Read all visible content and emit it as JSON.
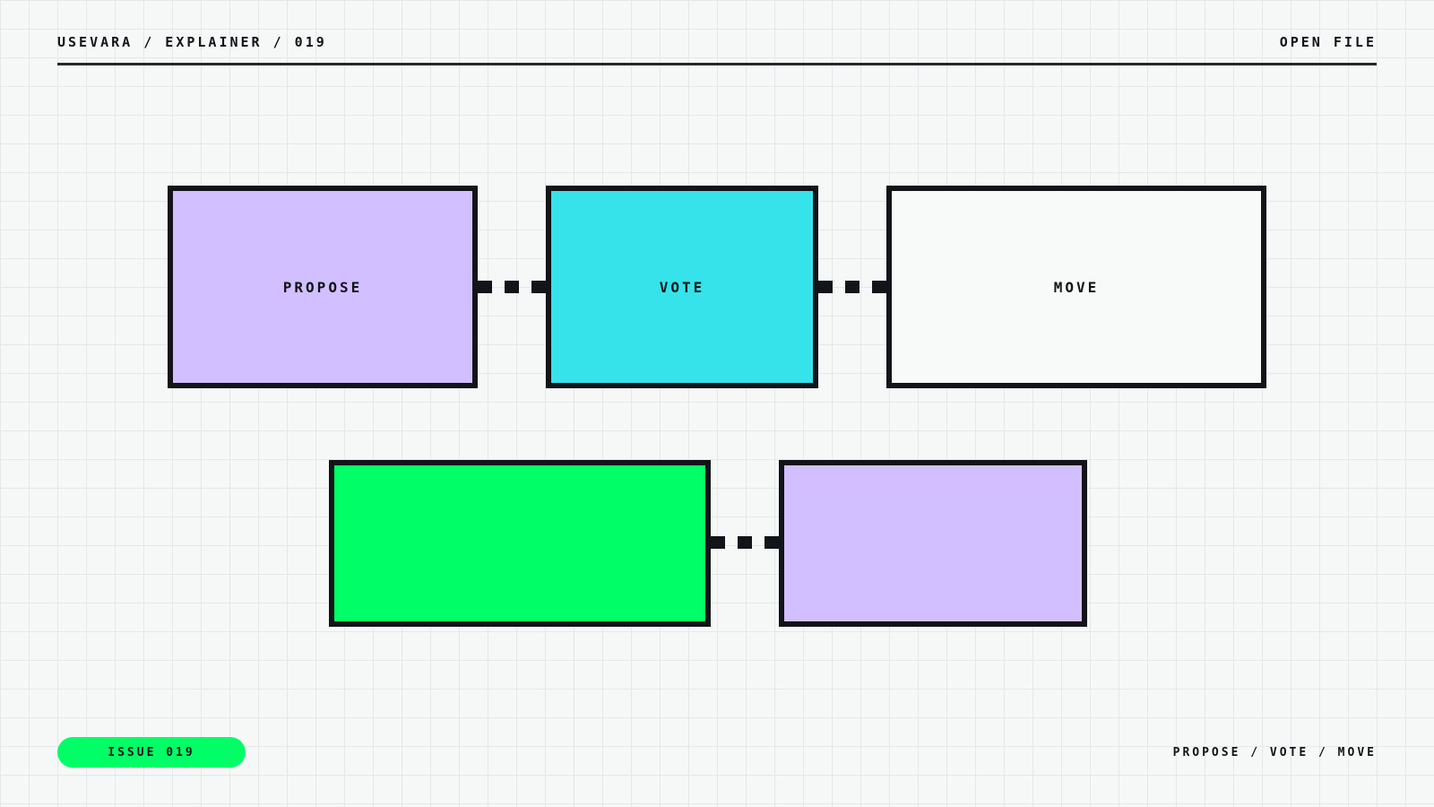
{
  "header": {
    "breadcrumb": "USEVARA / EXPLAINER / 019",
    "open_file": "OPEN FILE"
  },
  "diagram": {
    "nodes": [
      {
        "id": "propose",
        "label": "PROPOSE",
        "color": "#d2bfff"
      },
      {
        "id": "vote",
        "label": "VOTE",
        "color": "#36e3ea"
      },
      {
        "id": "move",
        "label": "MOVE",
        "color": "#f8f9f9"
      },
      {
        "id": "green-block",
        "label": "",
        "color": "#00ff66"
      },
      {
        "id": "lavender-block",
        "label": "",
        "color": "#d2bfff"
      }
    ],
    "edges": [
      {
        "from": "propose",
        "to": "vote",
        "style": "dashed"
      },
      {
        "from": "vote",
        "to": "move",
        "style": "dashed"
      },
      {
        "from": "green-block",
        "to": "lavender-block",
        "style": "dashed"
      }
    ]
  },
  "footer": {
    "issue_label": "ISSUE 019",
    "issue_color": "#00ff66",
    "steps": "PROPOSE / VOTE / MOVE"
  }
}
